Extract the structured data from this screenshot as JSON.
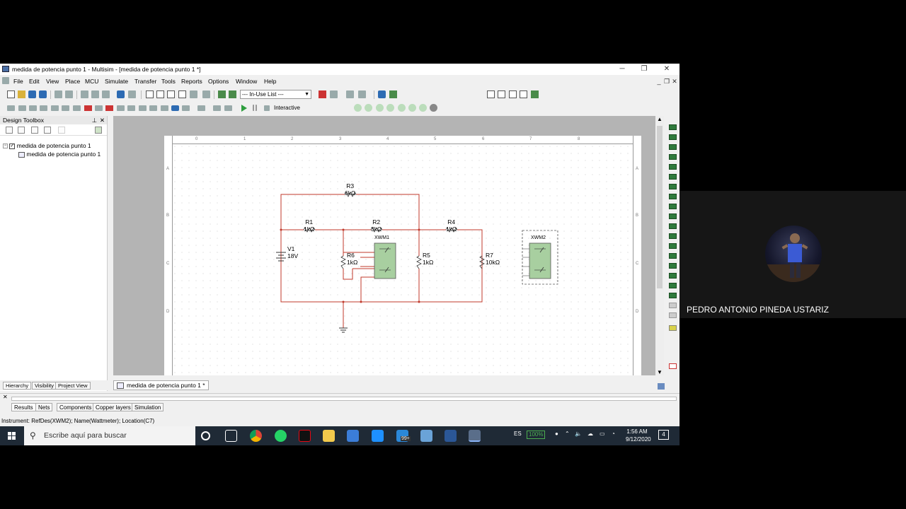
{
  "window": {
    "title": "medida de potencia punto 1 - Multisim - [medida de potencia punto 1 *]",
    "minimize": "─",
    "restore": "❐",
    "close": "✕"
  },
  "menu": [
    "File",
    "Edit",
    "View",
    "Place",
    "MCU",
    "Simulate",
    "Transfer",
    "Tools",
    "Reports",
    "Options",
    "Window",
    "Help"
  ],
  "toolbar": {
    "inuse_list": "--- In-Use List ---",
    "interactive_label": "Interactive"
  },
  "toolbox": {
    "title": "Design Toolbox",
    "tree": {
      "root": "medida de potencia punto 1",
      "child": "medida de potencia punto 1"
    },
    "tabs": [
      "Hierarchy",
      "Visibility",
      "Project View"
    ]
  },
  "document_tab": "medida de potencia punto 1 *",
  "schematic": {
    "ruler_top": [
      "0",
      "1",
      "2",
      "3",
      "4",
      "5",
      "6",
      "7",
      "8"
    ],
    "ruler_side": [
      "A",
      "B",
      "C",
      "D"
    ],
    "components": {
      "R3": {
        "name": "R3",
        "value": "6kΩ"
      },
      "R1": {
        "name": "R1",
        "value": "1kΩ"
      },
      "R2": {
        "name": "R2",
        "value": "3kΩ"
      },
      "R4": {
        "name": "R4",
        "value": "1kΩ"
      },
      "R6": {
        "name": "R6",
        "value": "1kΩ"
      },
      "R5": {
        "name": "R5",
        "value": "1kΩ"
      },
      "R7": {
        "name": "R7",
        "value": "10kΩ"
      },
      "V1": {
        "name": "V1",
        "value": "18V"
      },
      "XWM1": {
        "name": "XWM1"
      },
      "XWM2": {
        "name": "XWM2"
      }
    },
    "wire_color": "#c0392b",
    "instrument_color": "#a8cfa0"
  },
  "spreadsheet": {
    "tabs": [
      "Results",
      "Nets",
      "Components",
      "Copper layers",
      "Simulation"
    ]
  },
  "status": "Instrument: RefDes(XWM2); Name(Wattmeter); Location(C7)",
  "taskbar": {
    "search_placeholder": "Escribe aquí para buscar",
    "lang": "ES",
    "battery": "100%",
    "time": "1:56 AM",
    "date": "9/12/2020",
    "notifications": "4",
    "mail_badge": "99+"
  },
  "webcam": {
    "name": "PEDRO ANTONIO PINEDA USTARIZ"
  }
}
